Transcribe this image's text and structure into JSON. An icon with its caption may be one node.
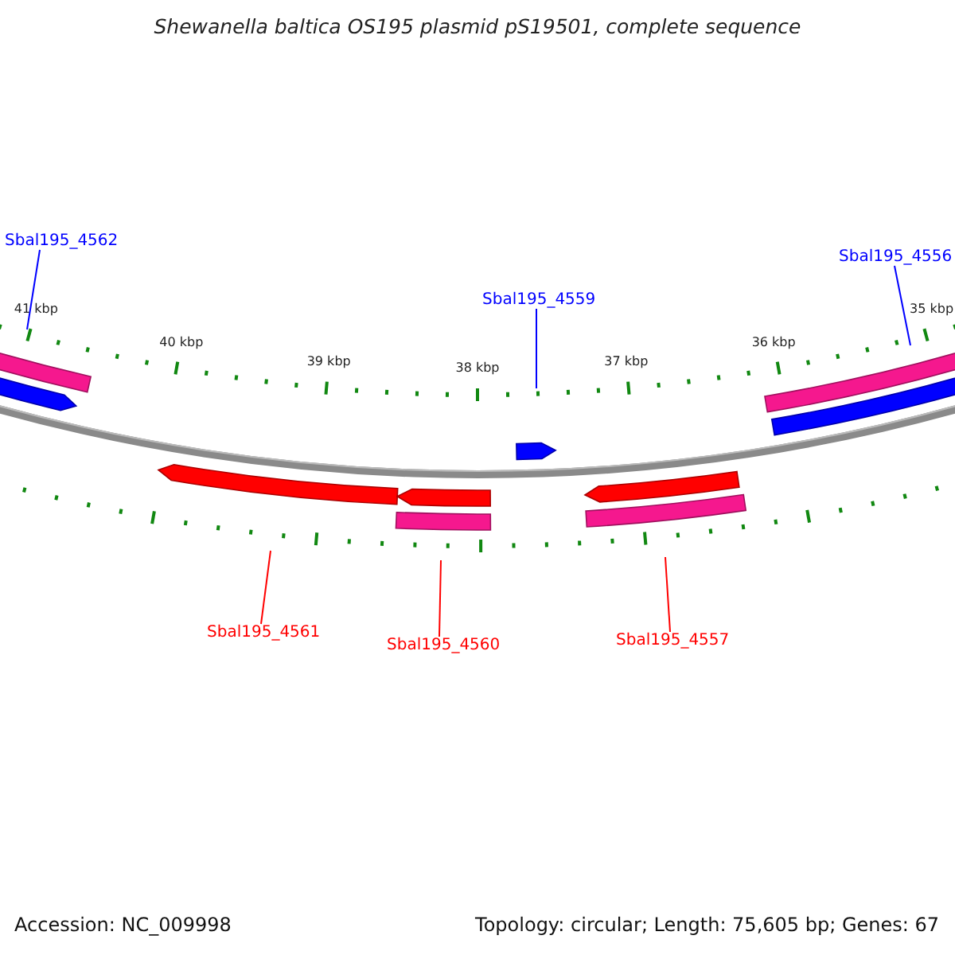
{
  "diagram": {
    "title": "Shewanella baltica OS195 plasmid pS19501, complete sequence",
    "nodes": [
      {
        "text": [
          "Sbal195_4562"
        ]
      },
      {
        "text": [
          "Sbal195_4559"
        ]
      },
      {
        "text": [
          "Sbal195_4556"
        ]
      },
      {
        "text": [
          "Sbal195_4561"
        ]
      },
      {
        "text": [
          "Sbal195_4560"
        ]
      },
      {
        "text": [
          "Sbal195_4557"
        ]
      }
    ],
    "edges": [
      {
        "from": 0,
        "to": null,
        "arrow": "none",
        "color": "#0000ff"
      },
      {
        "from": 1,
        "to": null,
        "arrow": "none",
        "color": "#0000ff"
      },
      {
        "from": 2,
        "to": null,
        "arrow": "none",
        "color": "#0000ff"
      },
      {
        "from": 3,
        "to": null,
        "arrow": "none",
        "color": "#ff0000"
      },
      {
        "from": 4,
        "to": null,
        "arrow": "none",
        "color": "#ff0000"
      },
      {
        "from": 5,
        "to": null,
        "arrow": "none",
        "color": "#ff0000"
      }
    ],
    "labels": [
      "41 kbp",
      "40 kbp",
      "39 kbp",
      "38 kbp",
      "37 kbp",
      "36 kbp",
      "35 kbp",
      "Accession: NC_009998",
      "Topology: circular; Length: 75,605 bp; Genes: 67"
    ]
  }
}
